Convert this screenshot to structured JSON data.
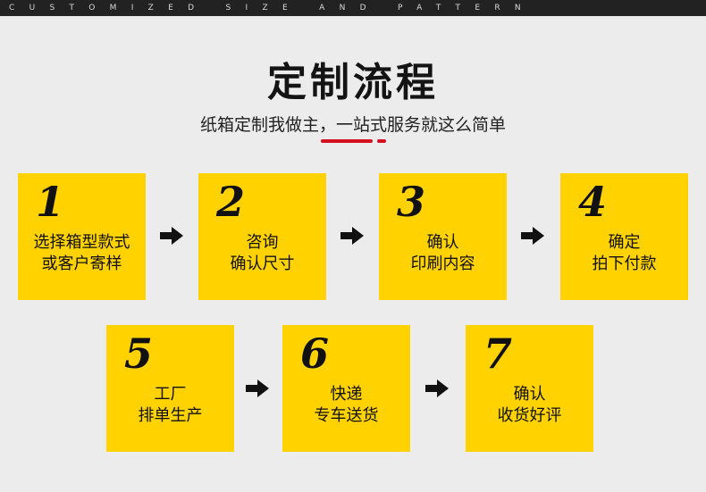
{
  "top_bar": {
    "text": "CUSTOMIZED SIZE AND PATTERN"
  },
  "header": {
    "title": "定制流程",
    "subtitle": "纸箱定制我做主，一站式服务就这么简单"
  },
  "steps": [
    {
      "number": "1",
      "line1": "选择箱型款式",
      "line2": "或客户寄样"
    },
    {
      "number": "2",
      "line1": "咨询",
      "line2": "确认尺寸"
    },
    {
      "number": "3",
      "line1": "确认",
      "line2": "印刷内容"
    },
    {
      "number": "4",
      "line1": "确定",
      "line2": "拍下付款"
    },
    {
      "number": "5",
      "line1": "工厂",
      "line2": "排单生产"
    },
    {
      "number": "6",
      "line1": "快递",
      "line2": "专车送货"
    },
    {
      "number": "7",
      "line1": "确认",
      "line2": "收货好评"
    }
  ],
  "colors": {
    "card": "#ffd200",
    "accent": "#d40f1f",
    "top_bar": "#222222",
    "background": "#ececec"
  },
  "icons": {
    "arrow": "arrow-right-icon"
  }
}
